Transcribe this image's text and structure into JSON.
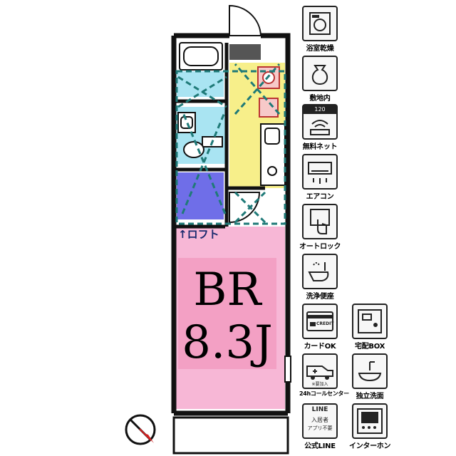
{
  "floor_plan": {
    "room_label": "BR",
    "room_size": "8.3J",
    "loft_label": "↑ロフト",
    "colors": {
      "bedroom": "#f7b7d6",
      "bedroom_label_bg": "#f3a0c4",
      "kitchen": "#f7ef8a",
      "bath": "#a9e4f2",
      "storage": "#6f6ee8",
      "wall": "#111111",
      "dashed": "#1f7a78"
    }
  },
  "compass_icon": "compass-icon",
  "amenities": [
    {
      "label": "浴室乾燥",
      "icon": "bath-dryer-icon"
    },
    {
      "label": "敷地内",
      "icon": "garbage-bag-icon"
    },
    {
      "label": "無料ネット",
      "icon": "wifi-router-icon",
      "badge_text": "120"
    },
    {
      "label": "エアコン",
      "icon": "air-conditioner-icon"
    },
    {
      "label": "オートロック",
      "icon": "auto-lock-icon"
    },
    {
      "label": "洗浄便座",
      "icon": "washlet-icon"
    },
    {
      "label": "カードOK",
      "icon": "credit-card-icon",
      "badge_text": "CREDIT"
    },
    {
      "label": "宅配BOX",
      "icon": "delivery-box-icon"
    },
    {
      "label": "24hコールセンター",
      "icon": "ambulance-icon",
      "badge_text": "※要加入"
    },
    {
      "label": "独立洗面",
      "icon": "washbasin-icon"
    },
    {
      "label": "公式LINE",
      "icon": "line-app-icon",
      "badge_text": "LINE",
      "badge_sub": [
        "入居者",
        "アプリ不要"
      ]
    },
    {
      "label": "インターホン",
      "icon": "intercom-icon"
    }
  ]
}
